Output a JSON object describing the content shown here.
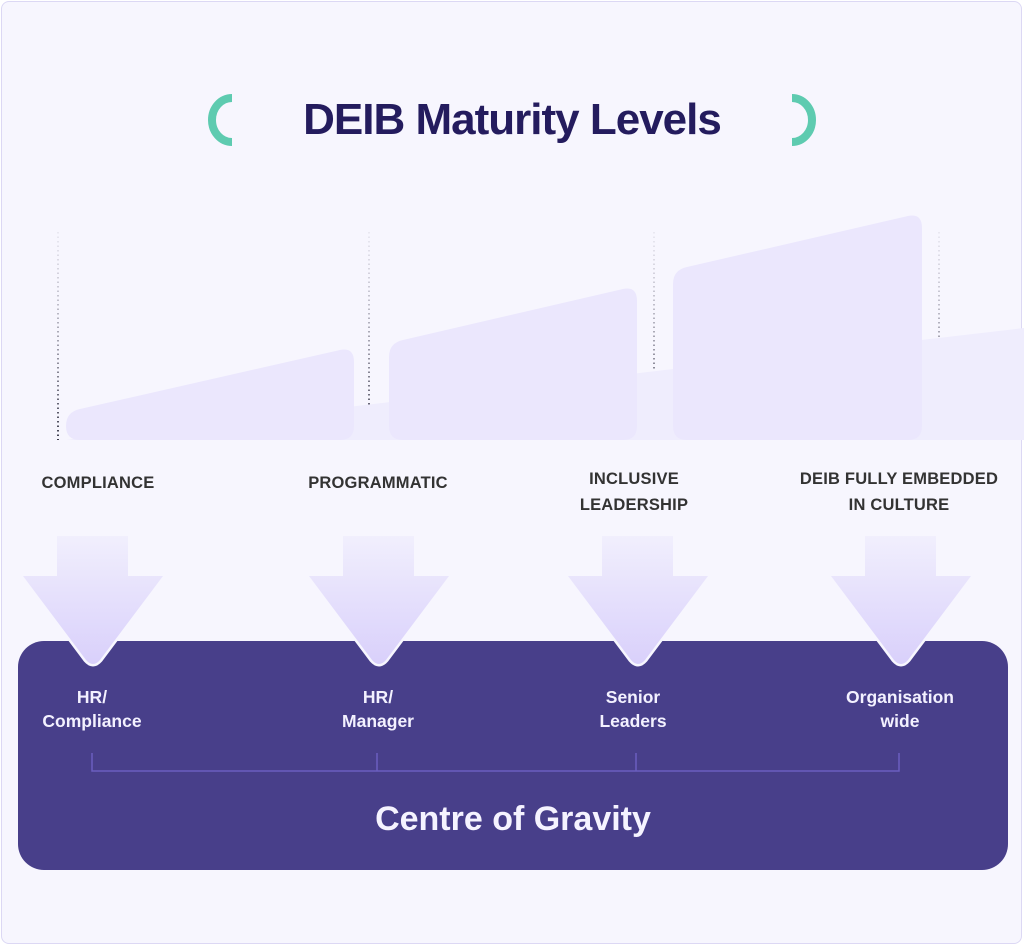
{
  "title": "DEIB Maturity Levels",
  "colors": {
    "title": "#241c5e",
    "bracket_accent": "#5ecbb0",
    "block_light": "#ebe7fd",
    "block_band": "#dcd4fd",
    "gravity_box": "#483f8a",
    "connector": "#6a5fbf"
  },
  "levels": [
    {
      "label_line1": "COMPLIANCE",
      "label_line2": "",
      "owner_line1": "HR/",
      "owner_line2": "Compliance",
      "maturity_step": 1
    },
    {
      "label_line1": "PROGRAMMATIC",
      "label_line2": "",
      "owner_line1": "HR/",
      "owner_line2": "Manager",
      "maturity_step": 2
    },
    {
      "label_line1": "INCLUSIVE",
      "label_line2": "LEADERSHIP",
      "owner_line1": "Senior",
      "owner_line2": "Leaders",
      "maturity_step": 3
    },
    {
      "label_line1": "DEIB FULLY EMBEDDED",
      "label_line2": "IN CULTURE",
      "owner_line1": "Organisation",
      "owner_line2": "wide",
      "maturity_step": 4
    }
  ],
  "gravity": {
    "title": "Centre of Gravity"
  },
  "icons": {
    "bracket_left": "left-parenthesis-accent",
    "bracket_right": "right-parenthesis-accent",
    "arrow": "down-arrow"
  }
}
